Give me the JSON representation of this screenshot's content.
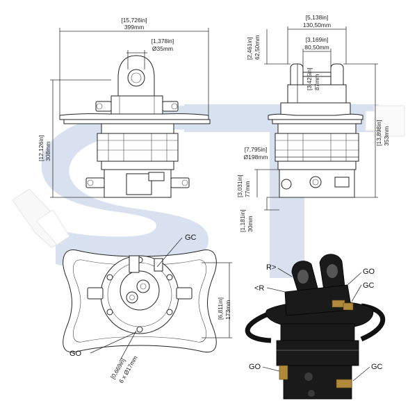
{
  "watermark": {
    "text": "ST",
    "color": "#b9c9e3"
  },
  "front_view": {
    "overall_width_in": "[15,726in]",
    "overall_width_mm": "399mm",
    "pin_dia_in": "[1,378in]",
    "pin_dia_mm": "Ø35mm",
    "height_in": "[12,126in]",
    "height_mm": "308mm"
  },
  "side_view": {
    "outer_width_in": "[5,138in]",
    "outer_width_mm": "130,50mm",
    "inner_width_in": "[3,169in]",
    "inner_width_mm": "80,50mm",
    "ear_height_in": "[2,461in]",
    "ear_height_mm": "62,50mm",
    "pin_height_in": "[3,425in]",
    "pin_height_mm": "87mm",
    "body_dia_in": "[7,795in]",
    "body_dia_mm": "Ø198mm",
    "flange_height_in": "[3,031in]",
    "flange_height_mm": "77mm",
    "shaft_height_in": "[1,181in]",
    "shaft_height_mm": "30mm",
    "total_height_in": "[13,898in]",
    "total_height_mm": "353mm"
  },
  "bottom_view": {
    "gc_label": "GC",
    "go_label": "GO",
    "height_in": "[6,811in]",
    "height_mm": "173mm",
    "bolt_in": "[0,669in]",
    "bolt_mm": "6 x Ø17mm"
  },
  "photo_view": {
    "r_right": "R>",
    "r_left": "<R",
    "go_top": "GO",
    "gc_top": "GC",
    "go_bottom": "GO",
    "gc_bottom": "GC"
  }
}
